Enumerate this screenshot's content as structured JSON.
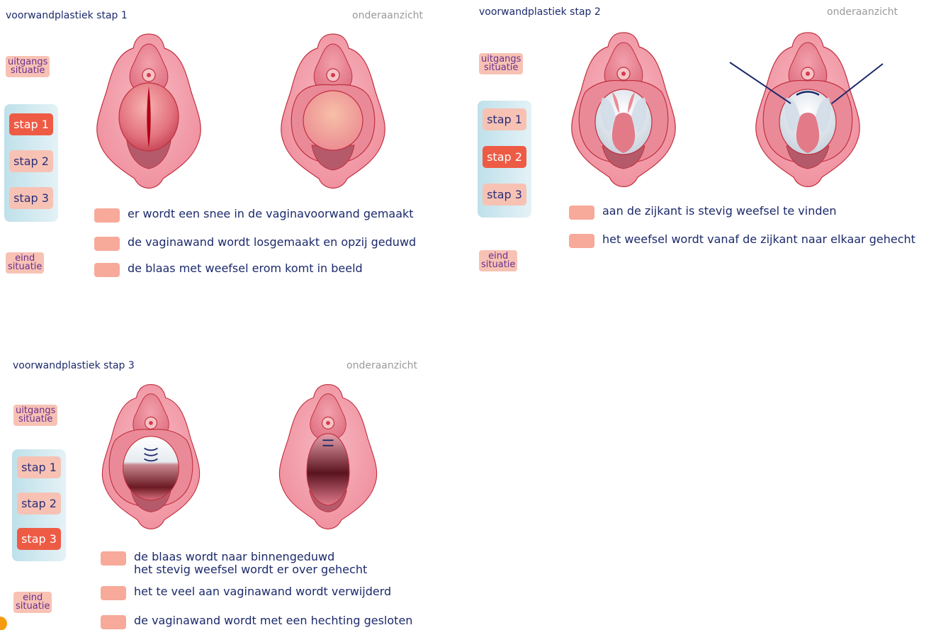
{
  "panel1": {
    "title": "voorwandplastiek stap 1",
    "view": "onderaanzicht",
    "start_line1": "uitgangs",
    "start_line2": "situatie",
    "steps": [
      "stap 1",
      "stap 2",
      "stap 3"
    ],
    "active_step": "stap 1",
    "end_line1": "eind",
    "end_line2": "situatie",
    "legend": [
      "er wordt een snee in de vaginavoorwand gemaakt",
      "de vaginawand wordt losgemaakt en opzij geduwd",
      "de blaas met weefsel erom komt in beeld"
    ]
  },
  "panel2": {
    "title": "voorwandplastiek stap 2",
    "view": "onderaanzicht",
    "start_line1": "uitgangs",
    "start_line2": "situatie",
    "steps": [
      "stap 1",
      "stap 2",
      "stap 3"
    ],
    "active_step": "stap 2",
    "end_line1": "eind",
    "end_line2": "situatie",
    "legend": [
      "aan de zijkant is stevig weefsel te vinden",
      "het weefsel wordt vanaf de zijkant naar elkaar gehecht"
    ]
  },
  "panel3": {
    "title": "voorwandplastiek stap 3",
    "view": "onderaanzicht",
    "start_line1": "uitgangs",
    "start_line2": "situatie",
    "steps": [
      "stap 1",
      "stap 2",
      "stap 3"
    ],
    "active_step": "stap 3",
    "end_line1": "eind",
    "end_line2": "situatie",
    "legend": [
      "de blaas wordt naar binnengeduwd",
      "het stevig weefsel wordt er over gehecht",
      "het te veel aan vaginawand wordt verwijderd",
      "de vaginawand wordt met een hechting gesloten"
    ]
  },
  "colors": {
    "outer_tissue": "#f4a8b2",
    "outline": "#c0303f",
    "active_step": "#ee5b45",
    "step_chip": "#f7c2b4",
    "legend_swatch": "#f7a99a",
    "title_text": "#1c2a6b",
    "view_text": "#9a9a9a",
    "suture_line": "#1c2a6b"
  }
}
